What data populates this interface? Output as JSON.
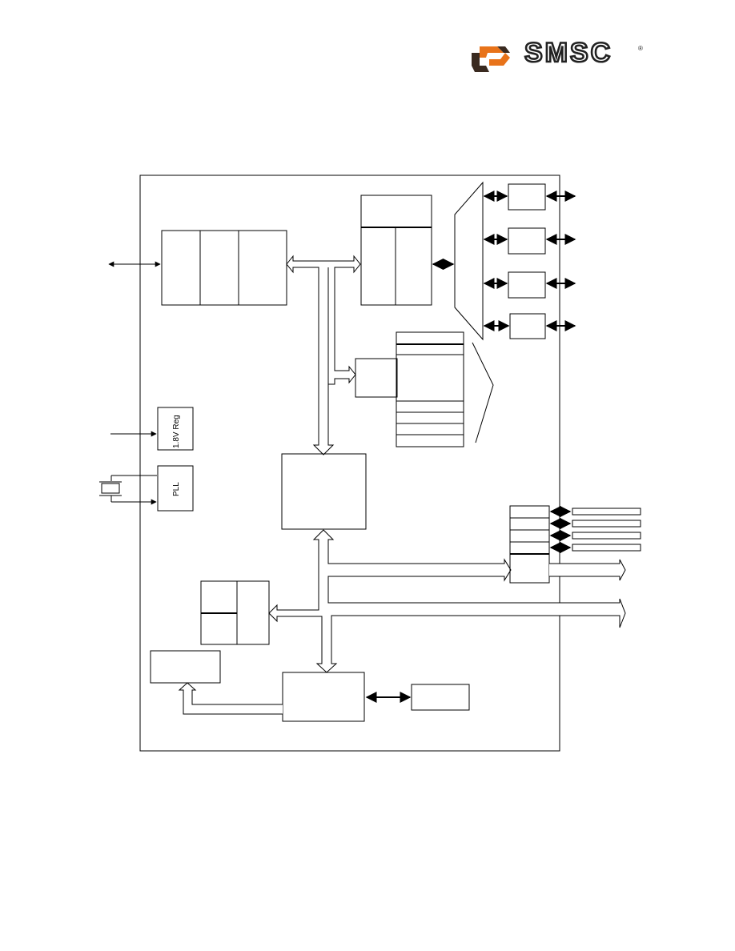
{
  "logo": {
    "wordmark": "SMSC",
    "registered_mark": "®",
    "brand_colors": {
      "orange": "#e8731a",
      "dark": "#3a2a20"
    }
  },
  "blocks": {
    "regulator_label": "1.8V Reg",
    "pll_label": "PLL"
  },
  "icons": {
    "logo_mark": "smsc-chevron-icon",
    "crystal": "crystal-icon"
  }
}
